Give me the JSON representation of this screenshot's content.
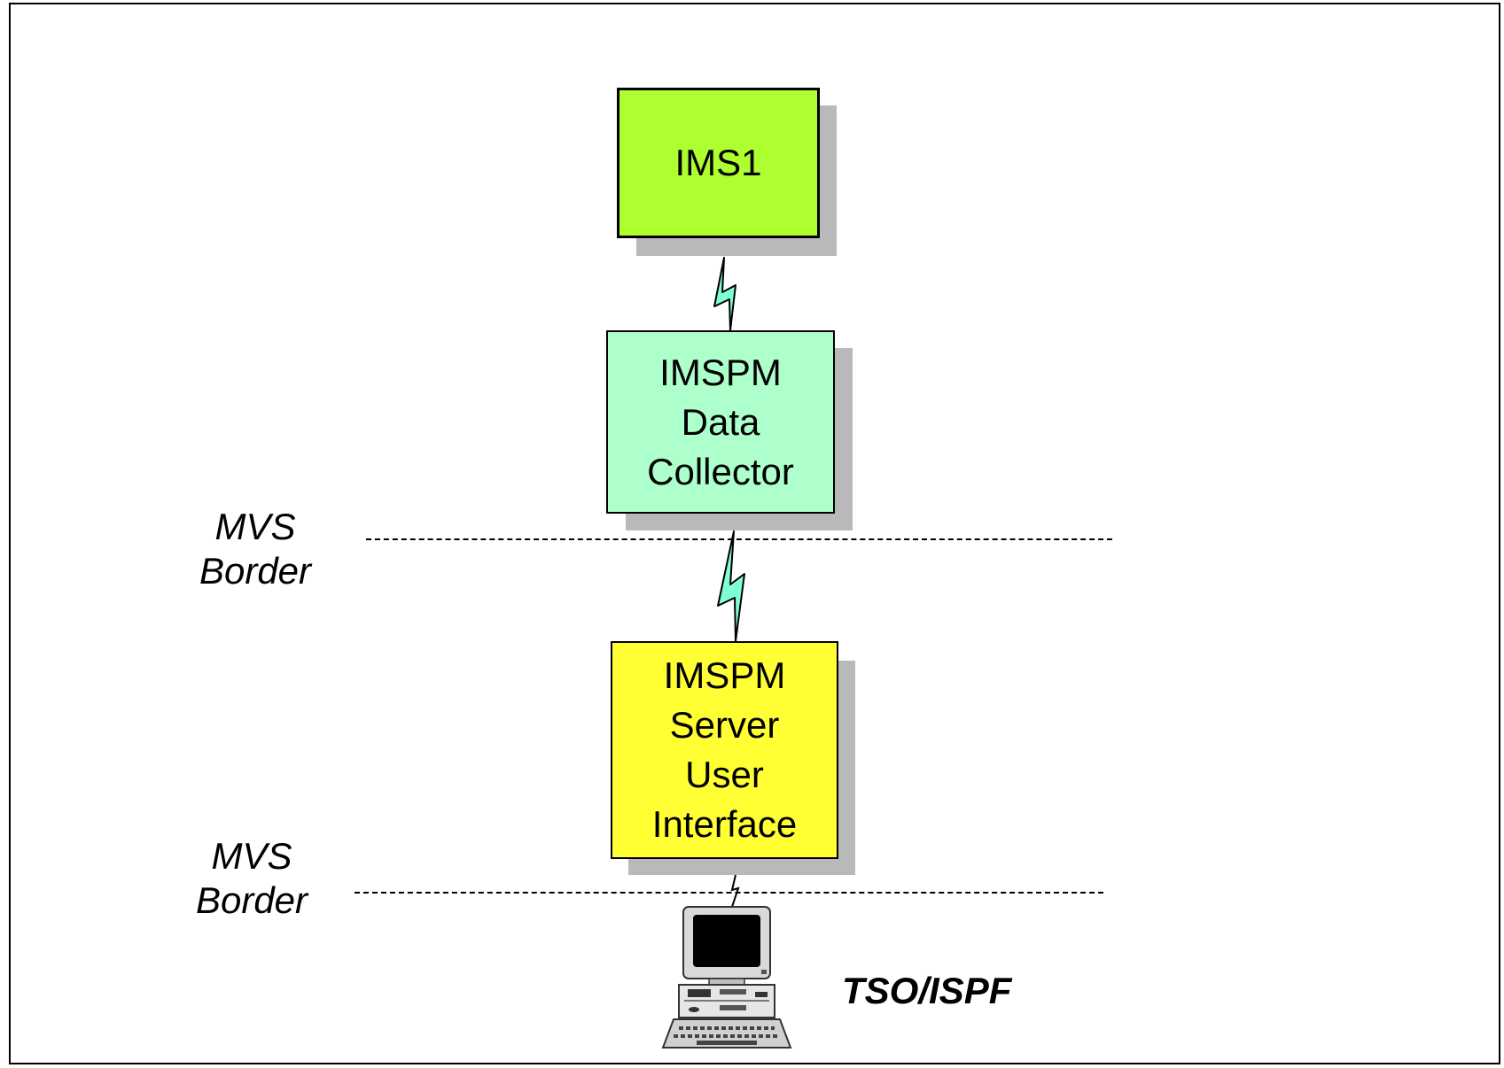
{
  "nodes": {
    "ims1": {
      "lines": [
        "IMS1"
      ],
      "fill": "#adff2f",
      "border": "#000000"
    },
    "data_collector": {
      "lines": [
        "IMSPM",
        "Data",
        "Collector"
      ],
      "fill": "#adffcc",
      "border": "#000000"
    },
    "server_ui": {
      "lines": [
        "IMSPM",
        "Server",
        "User",
        "Interface"
      ],
      "fill": "#ffff33",
      "border": "#000000"
    }
  },
  "borders": [
    {
      "lines": [
        "MVS",
        "Border"
      ]
    },
    {
      "lines": [
        "MVS",
        "Border"
      ]
    }
  ],
  "terminal": {
    "label": "TSO/ISPF",
    "icon": "computer-icon"
  },
  "connectors": {
    "icon": "lightning-bolt-icon",
    "color": "#7fffd4"
  }
}
